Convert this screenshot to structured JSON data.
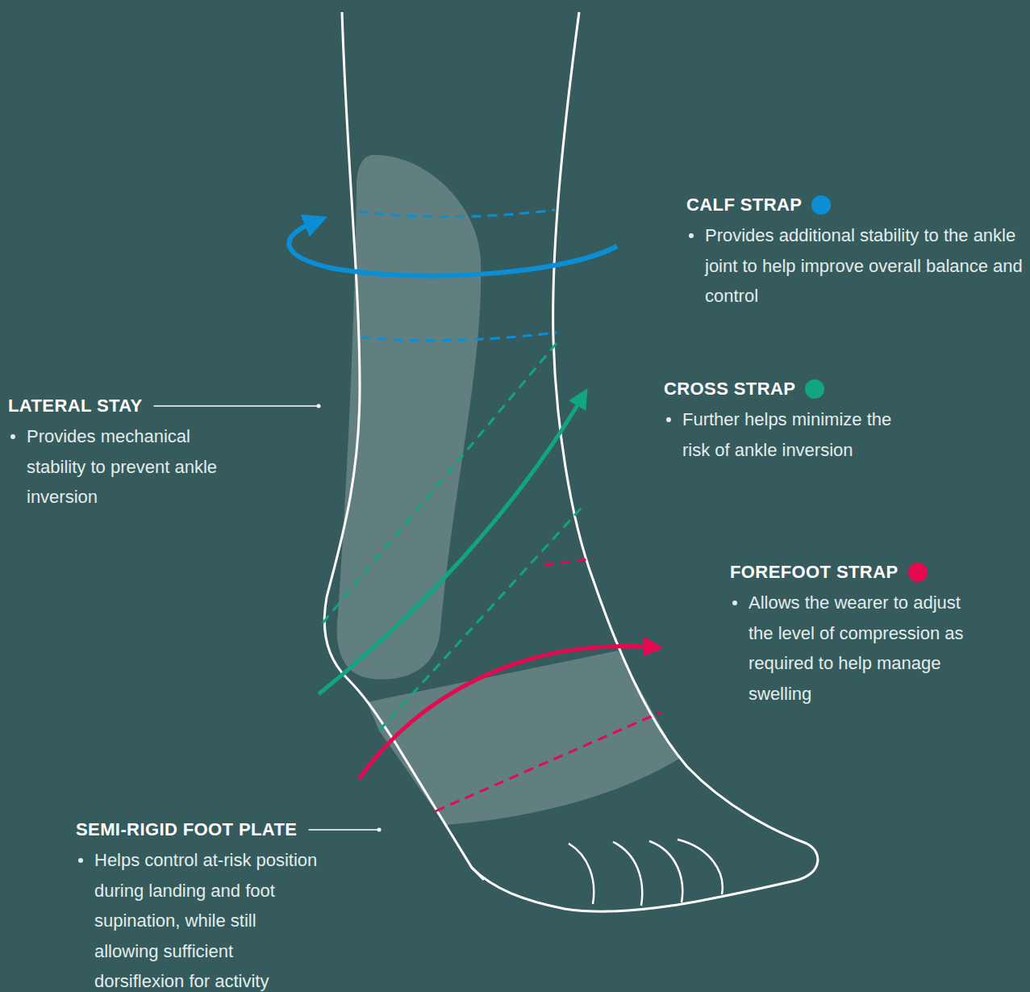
{
  "diagram": {
    "labels": [
      "CALF STRAP",
      "Provides additional stability to the ankle joint to help improve overall balance and control",
      "CROSS STRAP",
      "Further helps minimize the risk of ankle inversion",
      "FOREFOOT STRAP",
      "Allows the wearer to adjust the level of compression as required to help manage swelling",
      "LATERAL STAY",
      "Provides mechanical stability to prevent ankle inversion",
      "SEMI-RIGID FOOT PLATE",
      "Helps control at-risk position during landing and foot supination, while still allowing sufficient dorsiflexion for activity"
    ]
  }
}
